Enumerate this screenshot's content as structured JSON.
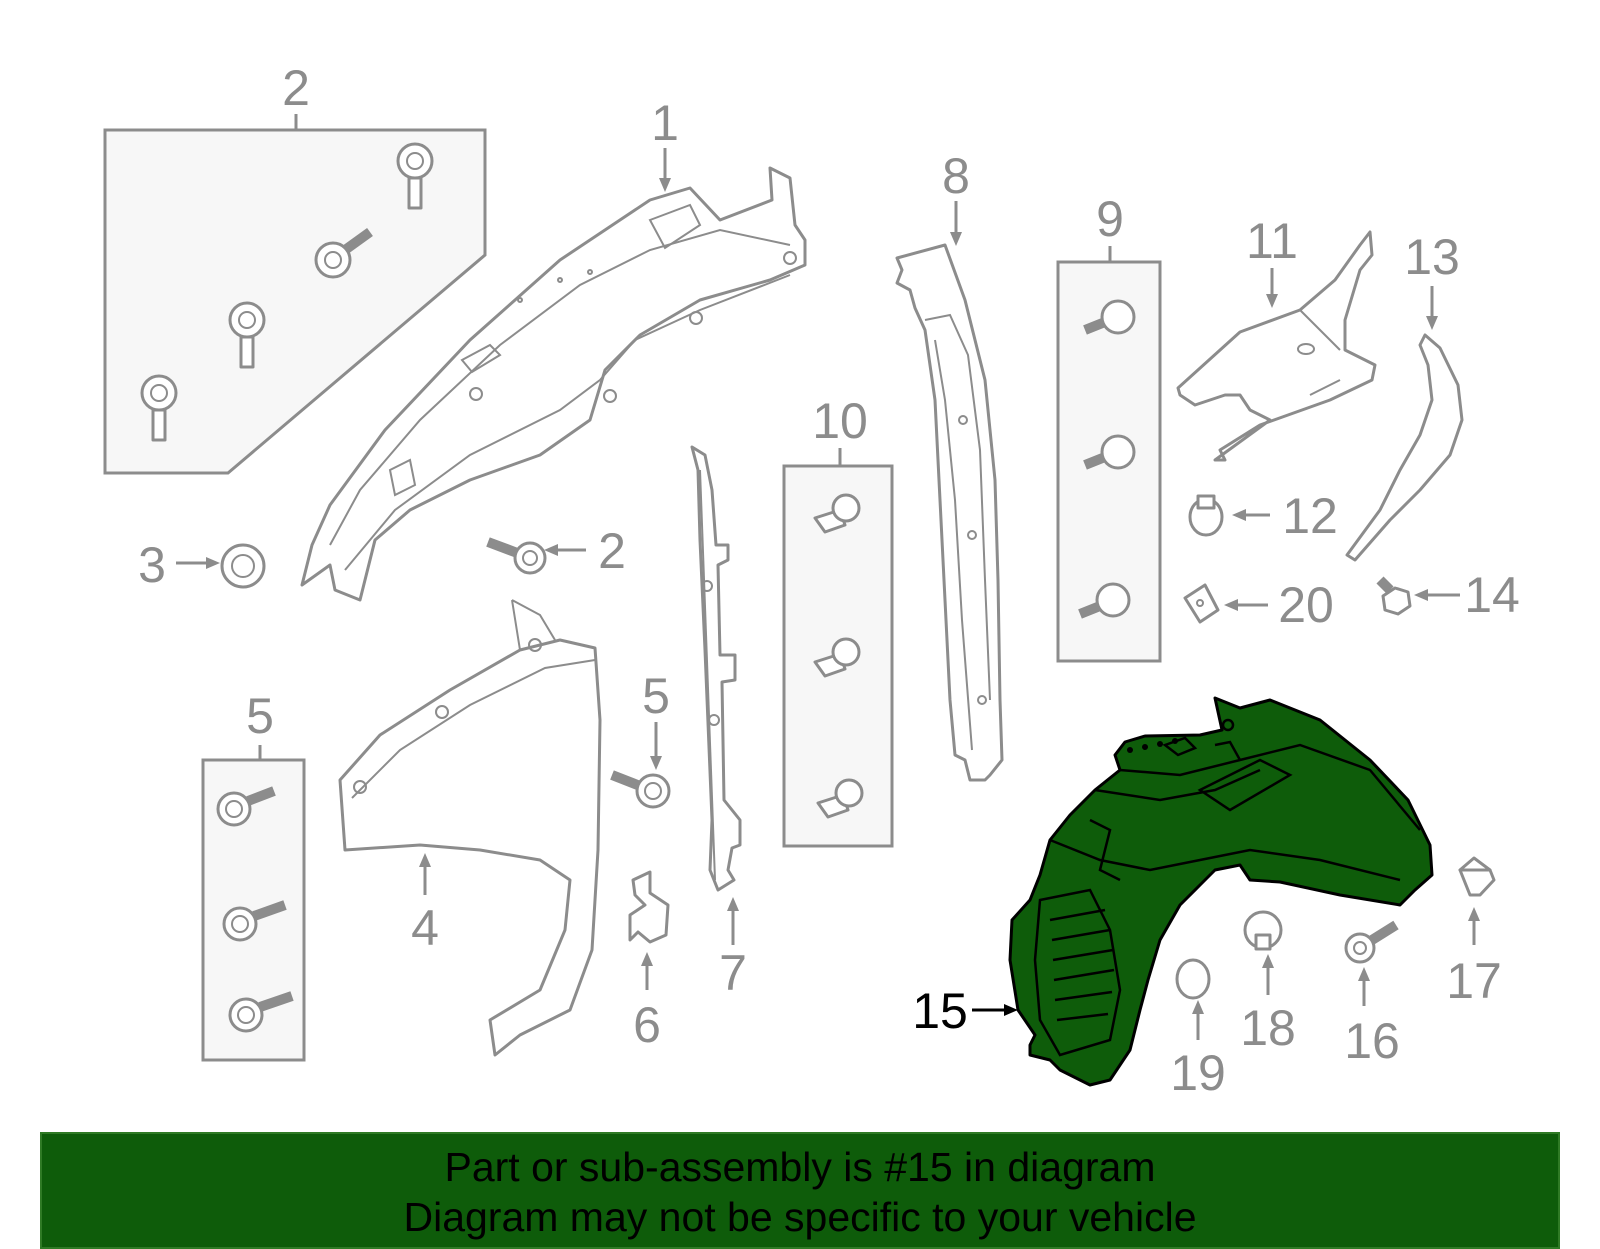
{
  "callouts": {
    "c1": "1",
    "c2a": "2",
    "c2b": "2",
    "c3": "3",
    "c4": "4",
    "c5a": "5",
    "c5b": "5",
    "c6": "6",
    "c7": "7",
    "c8": "8",
    "c9": "9",
    "c10": "10",
    "c11": "11",
    "c12": "12",
    "c13": "13",
    "c14": "14",
    "c15": "15",
    "c16": "16",
    "c17": "17",
    "c18": "18",
    "c19": "19",
    "c20": "20"
  },
  "highlight": {
    "part_number": "15",
    "color": "#0e5c0a"
  },
  "colors": {
    "line_gray": "#8c8c8c",
    "box_fill": "#f7f7f7",
    "banner_green": "#0e5c0a"
  },
  "banner": {
    "line1": "Part or sub-assembly is #15 in diagram",
    "line2": "Diagram may not be specific to your vehicle"
  }
}
